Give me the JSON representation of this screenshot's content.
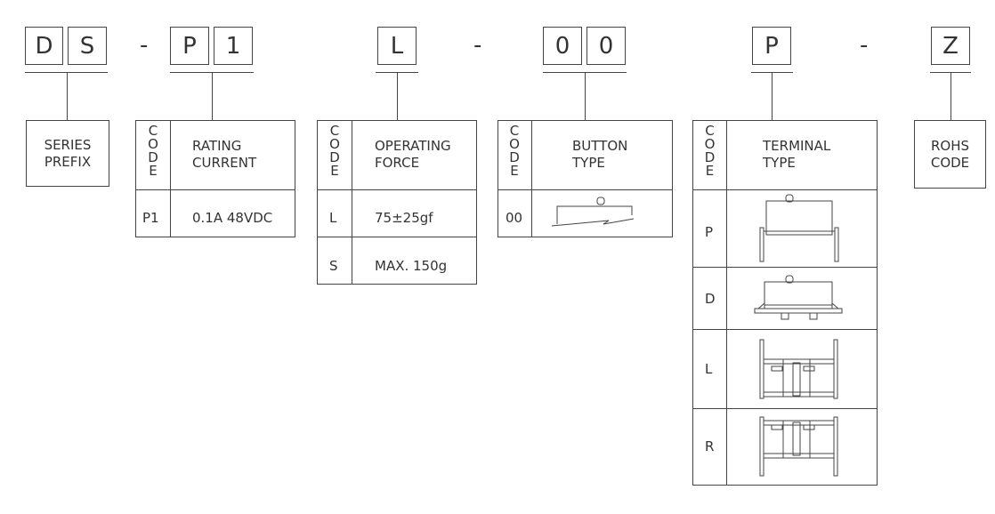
{
  "part_number": {
    "boxes": [
      "D",
      "S",
      "P",
      "1",
      "L",
      "0",
      "0",
      "P",
      "Z"
    ],
    "dash": "-"
  },
  "series": {
    "label_line1": "SERIES",
    "label_line2": "PREFIX"
  },
  "code_letters": [
    "C",
    "O",
    "D",
    "E"
  ],
  "rating": {
    "title_line1": "RATING",
    "title_line2": "CURRENT",
    "rows": [
      {
        "code": "P1",
        "value": "0.1A 48VDC"
      }
    ]
  },
  "force": {
    "title_line1": "OPERATING",
    "title_line2": "FORCE",
    "rows": [
      {
        "code": "L",
        "value": "75±25gf"
      },
      {
        "code": "S",
        "value": "MAX. 150g"
      }
    ]
  },
  "button": {
    "title_line1": "BUTTON",
    "title_line2": "TYPE",
    "rows": [
      {
        "code": "00",
        "figure": "button-side-view"
      }
    ]
  },
  "terminal": {
    "title_line1": "TERMINAL",
    "title_line2": "TYPE",
    "rows": [
      {
        "code": "P",
        "figure": "pcb-terminal-side-view"
      },
      {
        "code": "D",
        "figure": "smd-terminal-side-view"
      },
      {
        "code": "L",
        "figure": "left-terminal-top-view"
      },
      {
        "code": "R",
        "figure": "right-terminal-top-view"
      }
    ]
  },
  "rohs": {
    "label_line1": "ROHS",
    "label_line2": "CODE"
  },
  "colors": {
    "line": "#444444",
    "text": "#333333",
    "background": "#ffffff"
  }
}
